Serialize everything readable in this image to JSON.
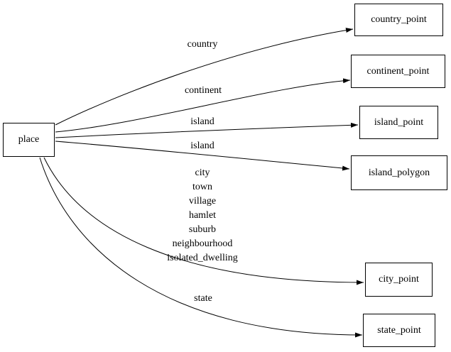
{
  "diagram": {
    "kind": "directed-graph",
    "colors": {
      "background": "#ffffff",
      "stroke": "#000000",
      "node_fill": "#ffffff",
      "text": "#000000"
    },
    "nodes": {
      "place": {
        "label": "place"
      },
      "country_point": {
        "label": "country_point"
      },
      "continent_point": {
        "label": "continent_point"
      },
      "island_point": {
        "label": "island_point"
      },
      "island_polygon": {
        "label": "island_polygon"
      },
      "city_point": {
        "label": "city_point"
      },
      "state_point": {
        "label": "state_point"
      }
    },
    "edges": [
      {
        "from": "place",
        "to": "country_point",
        "label": "country"
      },
      {
        "from": "place",
        "to": "continent_point",
        "label": "continent"
      },
      {
        "from": "place",
        "to": "island_point",
        "label": "island"
      },
      {
        "from": "place",
        "to": "island_polygon",
        "label": "island"
      },
      {
        "from": "place",
        "to": "city_point",
        "label": "city town village hamlet suburb neighbourhood isolated_dwelling",
        "label_lines": [
          "city",
          "town",
          "village",
          "hamlet",
          "suburb",
          "neighbourhood",
          "isolated_dwelling"
        ]
      },
      {
        "from": "place",
        "to": "state_point",
        "label": "state"
      }
    ]
  }
}
